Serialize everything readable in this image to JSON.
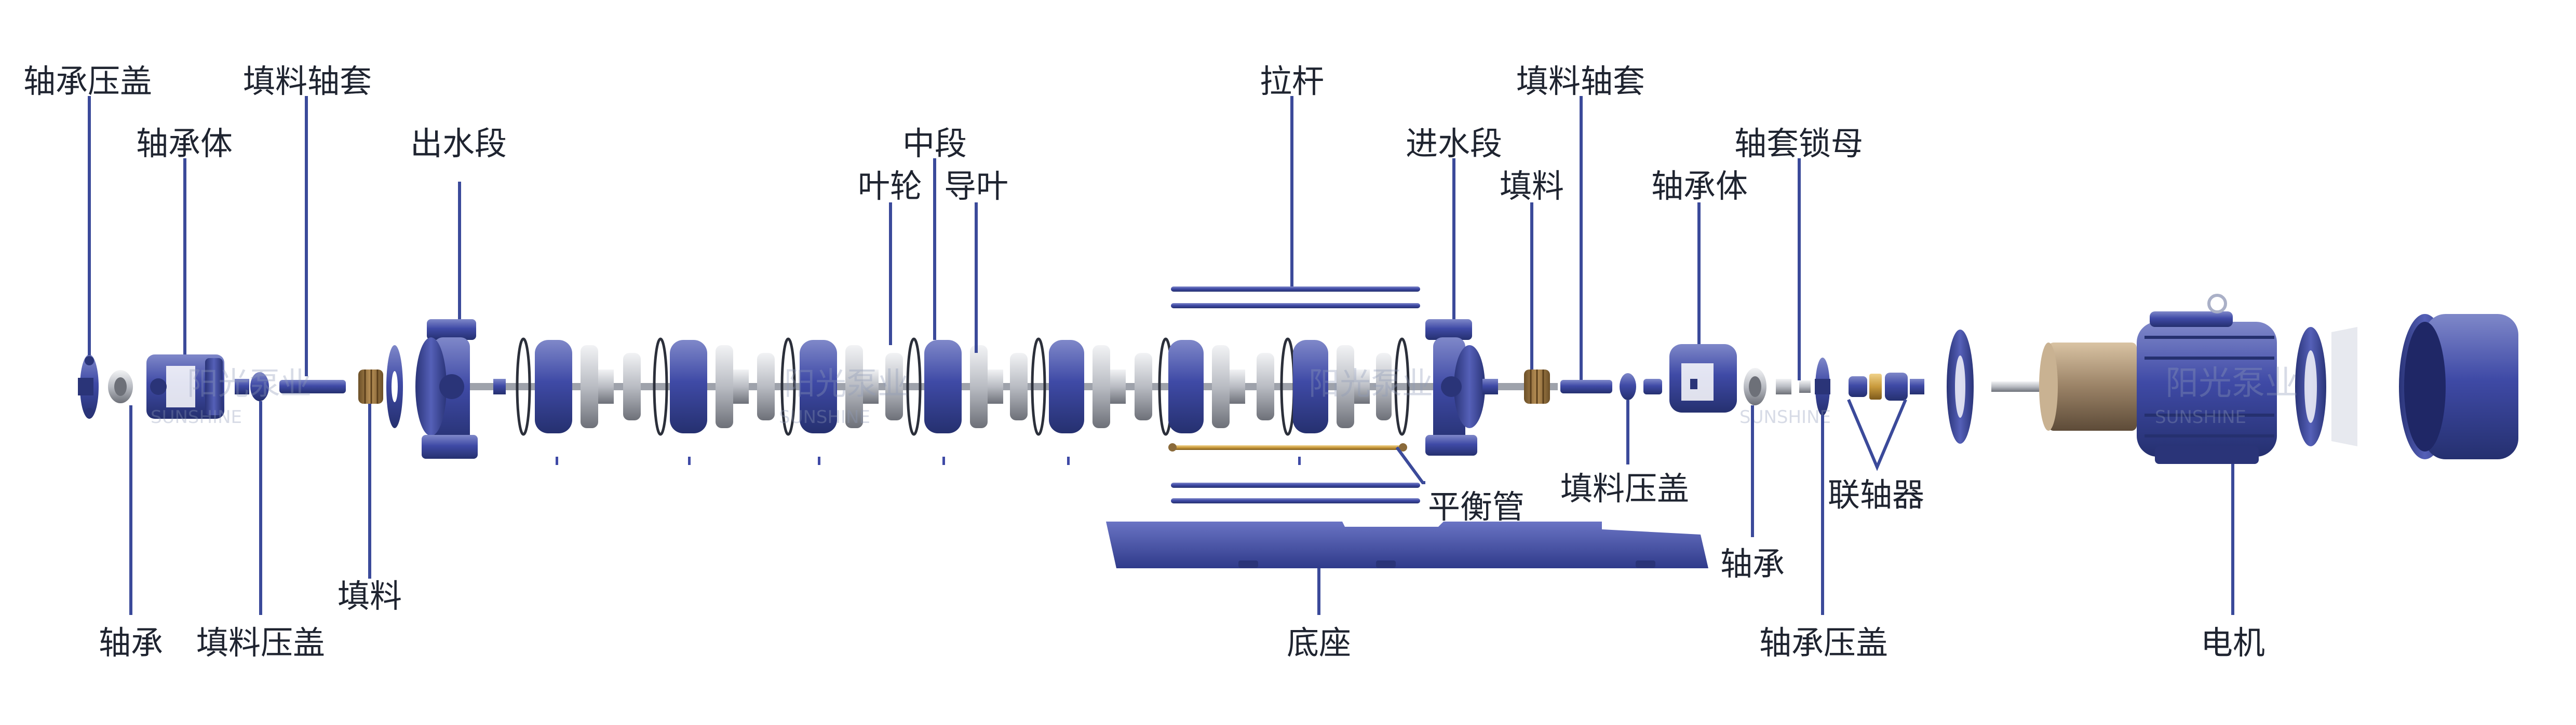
{
  "colors": {
    "body": "#3f4aa6",
    "body_dark": "#25306f",
    "body_light": "#7f88c9",
    "steel": "#b9bcc3",
    "steel_dark": "#6d7078",
    "packing": "#8a6a3a",
    "brass": "#c99a3c",
    "leader": "#3b4a9a",
    "label_text": "#1f2430"
  },
  "labels": {
    "bearing_cover_left": "轴承压盖",
    "packing_sleeve_left": "填料轴套",
    "bearing_body_left": "轴承体",
    "outlet_section": "出水段",
    "middle_section": "中段",
    "impeller": "叶轮",
    "guide_vane": "导叶",
    "tie_rod": "拉杆",
    "inlet_section": "进水段",
    "packing_sleeve_right": "填料轴套",
    "packing_right": "填料",
    "bearing_body_right": "轴承体",
    "sleeve_nut": "轴套锁母",
    "bearing_left": "轴承",
    "packing_gland_left": "填料压盖",
    "packing_left": "填料",
    "base": "底座",
    "balance_pipe": "平衡管",
    "packing_gland_right": "填料压盖",
    "bearing_right": "轴承",
    "bearing_cover_right": "轴承压盖",
    "coupling": "联轴器",
    "motor": "电机"
  },
  "watermark": {
    "cn": "阳光泵业",
    "en": "SUNSHINE"
  }
}
